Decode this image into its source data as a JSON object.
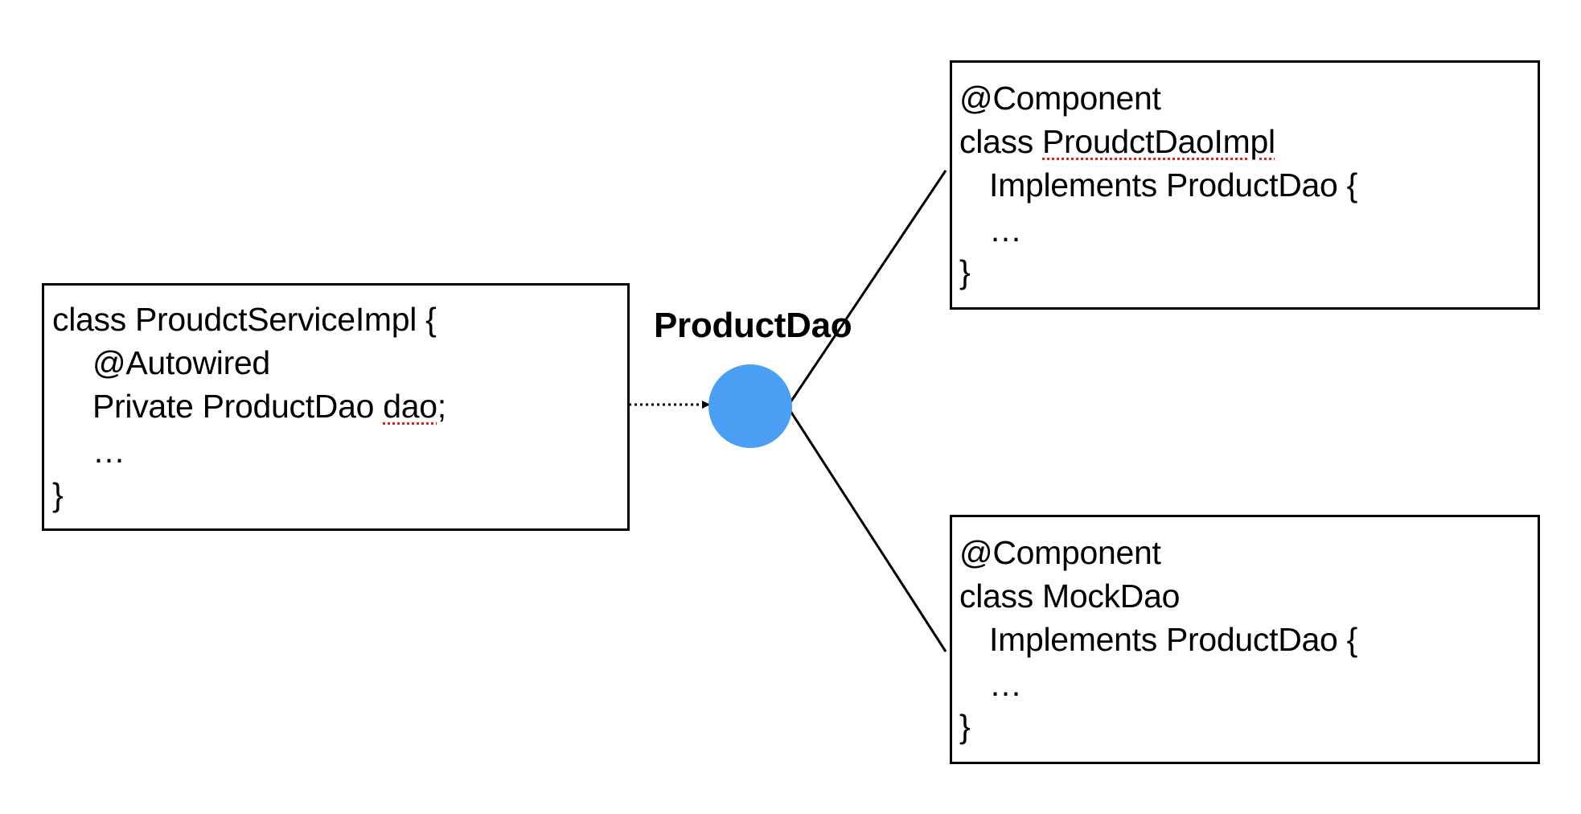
{
  "diagram": {
    "service_box": {
      "lines": [
        "class ProudctServiceImpl {",
        "@Autowired",
        "Private ProductDao ",
        "dao",
        ";",
        "…",
        "}"
      ]
    },
    "interface_node": {
      "label": "ProductDao",
      "color": "#4a9ff5"
    },
    "impl_box_top": {
      "lines": [
        "@Component",
        "class ",
        "ProudctDaoImpl",
        "Implements ProductDao {",
        "…",
        "}"
      ]
    },
    "impl_box_bottom": {
      "lines": [
        "@Component",
        "class MockDao",
        "Implements ProductDao {",
        "…",
        "}"
      ]
    },
    "colors": {
      "stroke": "#000000",
      "spellcheck_underline": "#e0201a"
    }
  }
}
